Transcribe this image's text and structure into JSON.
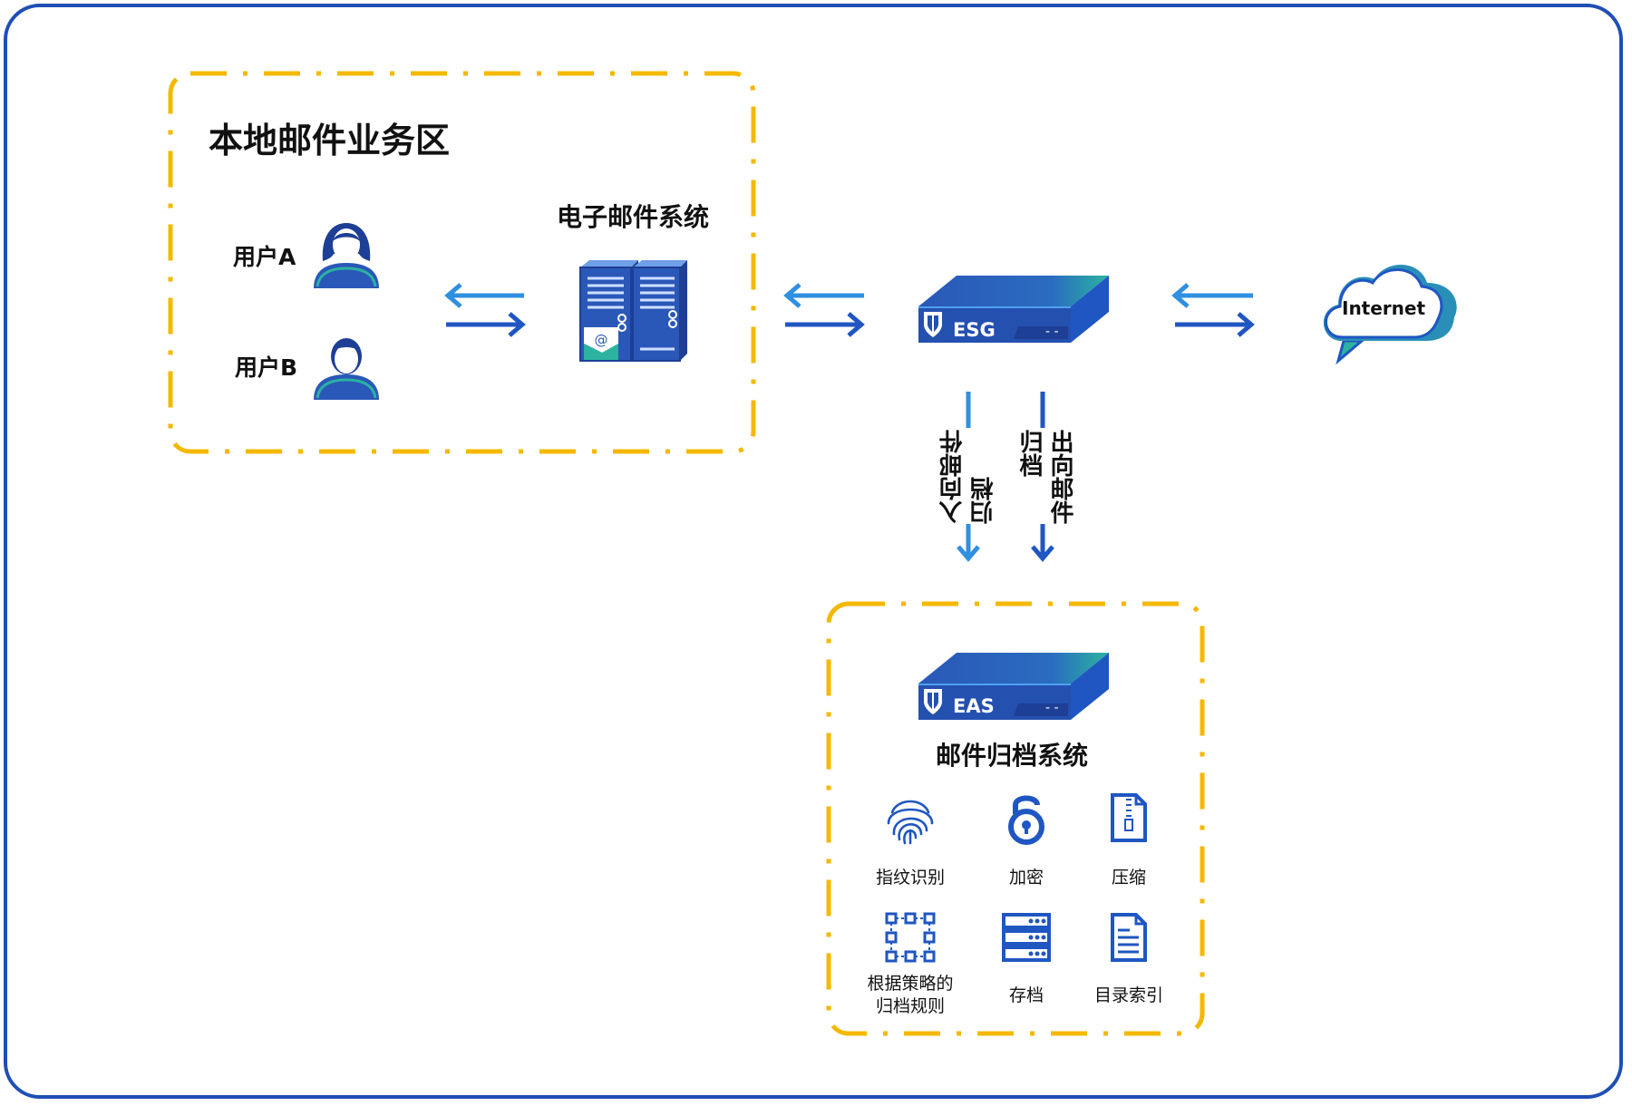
{
  "local_zone": {
    "title": "本地邮件业务区",
    "user_a": "用户A",
    "user_b": "用户B",
    "email_system": "电子邮件系统"
  },
  "esg": {
    "badge": "ESG",
    "indicator": "- -"
  },
  "internet": {
    "label": "Internet"
  },
  "archive_flows": {
    "inbound": "入向邮件归档",
    "outbound": "出向邮件归档"
  },
  "archive_zone": {
    "device_badge": "EAS",
    "indicator": "- -",
    "title": "邮件归档系统",
    "features": [
      {
        "icon": "fingerprint-icon",
        "label": "指纹识别"
      },
      {
        "icon": "padlock-icon",
        "label": "加密"
      },
      {
        "icon": "zip-file-icon",
        "label": "压缩"
      },
      {
        "icon": "policy-grid-icon",
        "label": "根据策略的\n归档规则"
      },
      {
        "icon": "storage-server-icon",
        "label": "存档"
      },
      {
        "icon": "document-index-icon",
        "label": "目录索引"
      }
    ]
  },
  "colors": {
    "frame": "#1f4fb5",
    "zone_border": "#f5b800",
    "arrow_light": "#2f8fe0",
    "arrow_dark": "#1f56c2",
    "device_top": "#2a58b8",
    "device_accent": "#2bb3a0",
    "icon_blue": "#1f56c2"
  }
}
